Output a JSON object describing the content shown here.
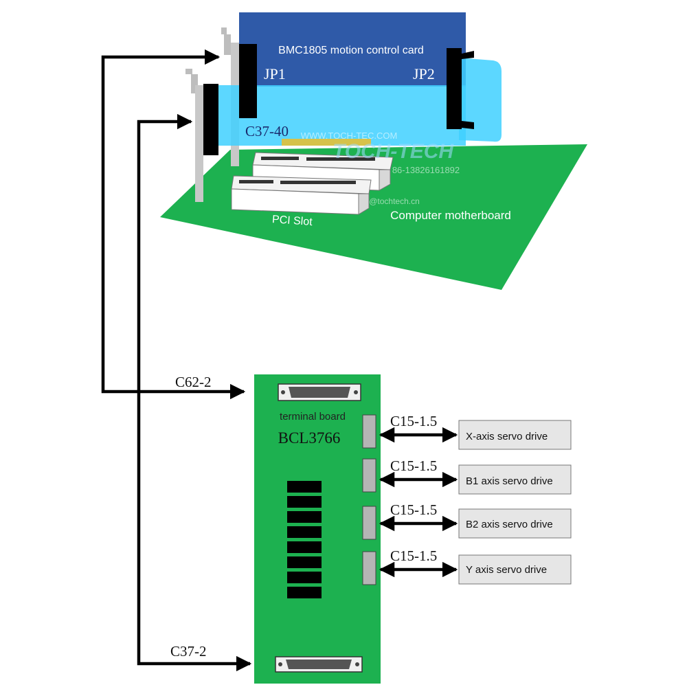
{
  "card": {
    "title": "BMC1805 motion control card",
    "jp1": "JP1",
    "jp2": "JP2",
    "connector_label": "C37-40"
  },
  "motherboard": {
    "label": "Computer motherboard",
    "slot_label": "PCI Slot"
  },
  "watermark": {
    "url": "WWW.TOCH-TEC.COM",
    "brand": "TOCH-TECH",
    "phone": "86-13826161892",
    "email": "@tochtech.cn"
  },
  "cables": {
    "top": "C62-2",
    "bottom": "C37-2"
  },
  "terminal_board": {
    "label": "terminal board",
    "model": "BCL3766"
  },
  "drives": [
    {
      "cable": "C15-1.5",
      "label": "X-axis servo drive"
    },
    {
      "cable": "C15-1.5",
      "label": "B1 axis servo drive"
    },
    {
      "cable": "C15-1.5",
      "label": "B2 axis servo drive"
    },
    {
      "cable": "C15-1.5",
      "label": "Y axis servo drive"
    }
  ],
  "colors": {
    "card_blue": "#2f5aa8",
    "ribbon": "#3fd0ff",
    "board_green": "#1db150",
    "arrow": "#000000",
    "drive_box": "#e6e6e6"
  }
}
